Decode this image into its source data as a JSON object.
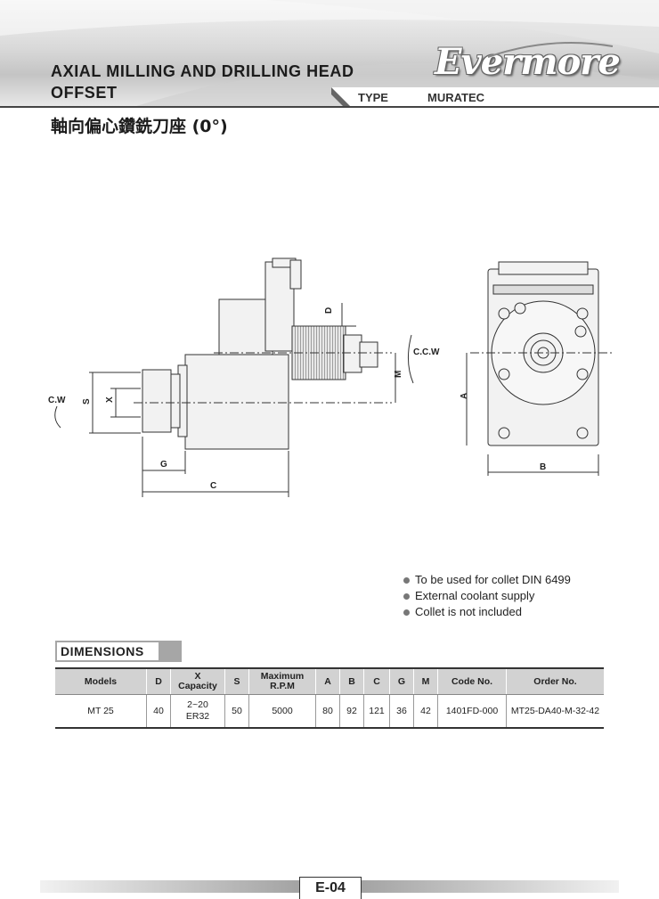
{
  "header": {
    "title_line1": "AXIAL MILLING AND DRILLING HEAD",
    "title_line2": "OFFSET",
    "subtitle_cn": "軸向偏心鑽銑刀座 (0°)",
    "type_label": "TYPE",
    "type_value": "MURATEC",
    "logo_text": "Evermore"
  },
  "drawing": {
    "labels": {
      "cw": "C.W",
      "ccw": "C.C.W",
      "S": "S",
      "X": "X",
      "D": "D",
      "M": "M",
      "G": "G",
      "C": "C",
      "A": "A",
      "B": "B"
    }
  },
  "notes": [
    "To be used for collet DIN 6499",
    "External coolant supply",
    "Collet is not included"
  ],
  "dimensions": {
    "tab_label": "DIMENSIONS",
    "headers": [
      "Models",
      "D",
      "X\nCapacity",
      "S",
      "Maximum\nR.P.M",
      "A",
      "B",
      "C",
      "G",
      "M",
      "Code No.",
      "Order No."
    ],
    "rows": [
      [
        "MT 25",
        "40",
        "2~20\nER32",
        "50",
        "5000",
        "80",
        "92",
        "121",
        "36",
        "42",
        "1401FD-000",
        "MT25-DA40-M-32-42"
      ]
    ]
  },
  "footer": {
    "page_number": "E-04"
  }
}
